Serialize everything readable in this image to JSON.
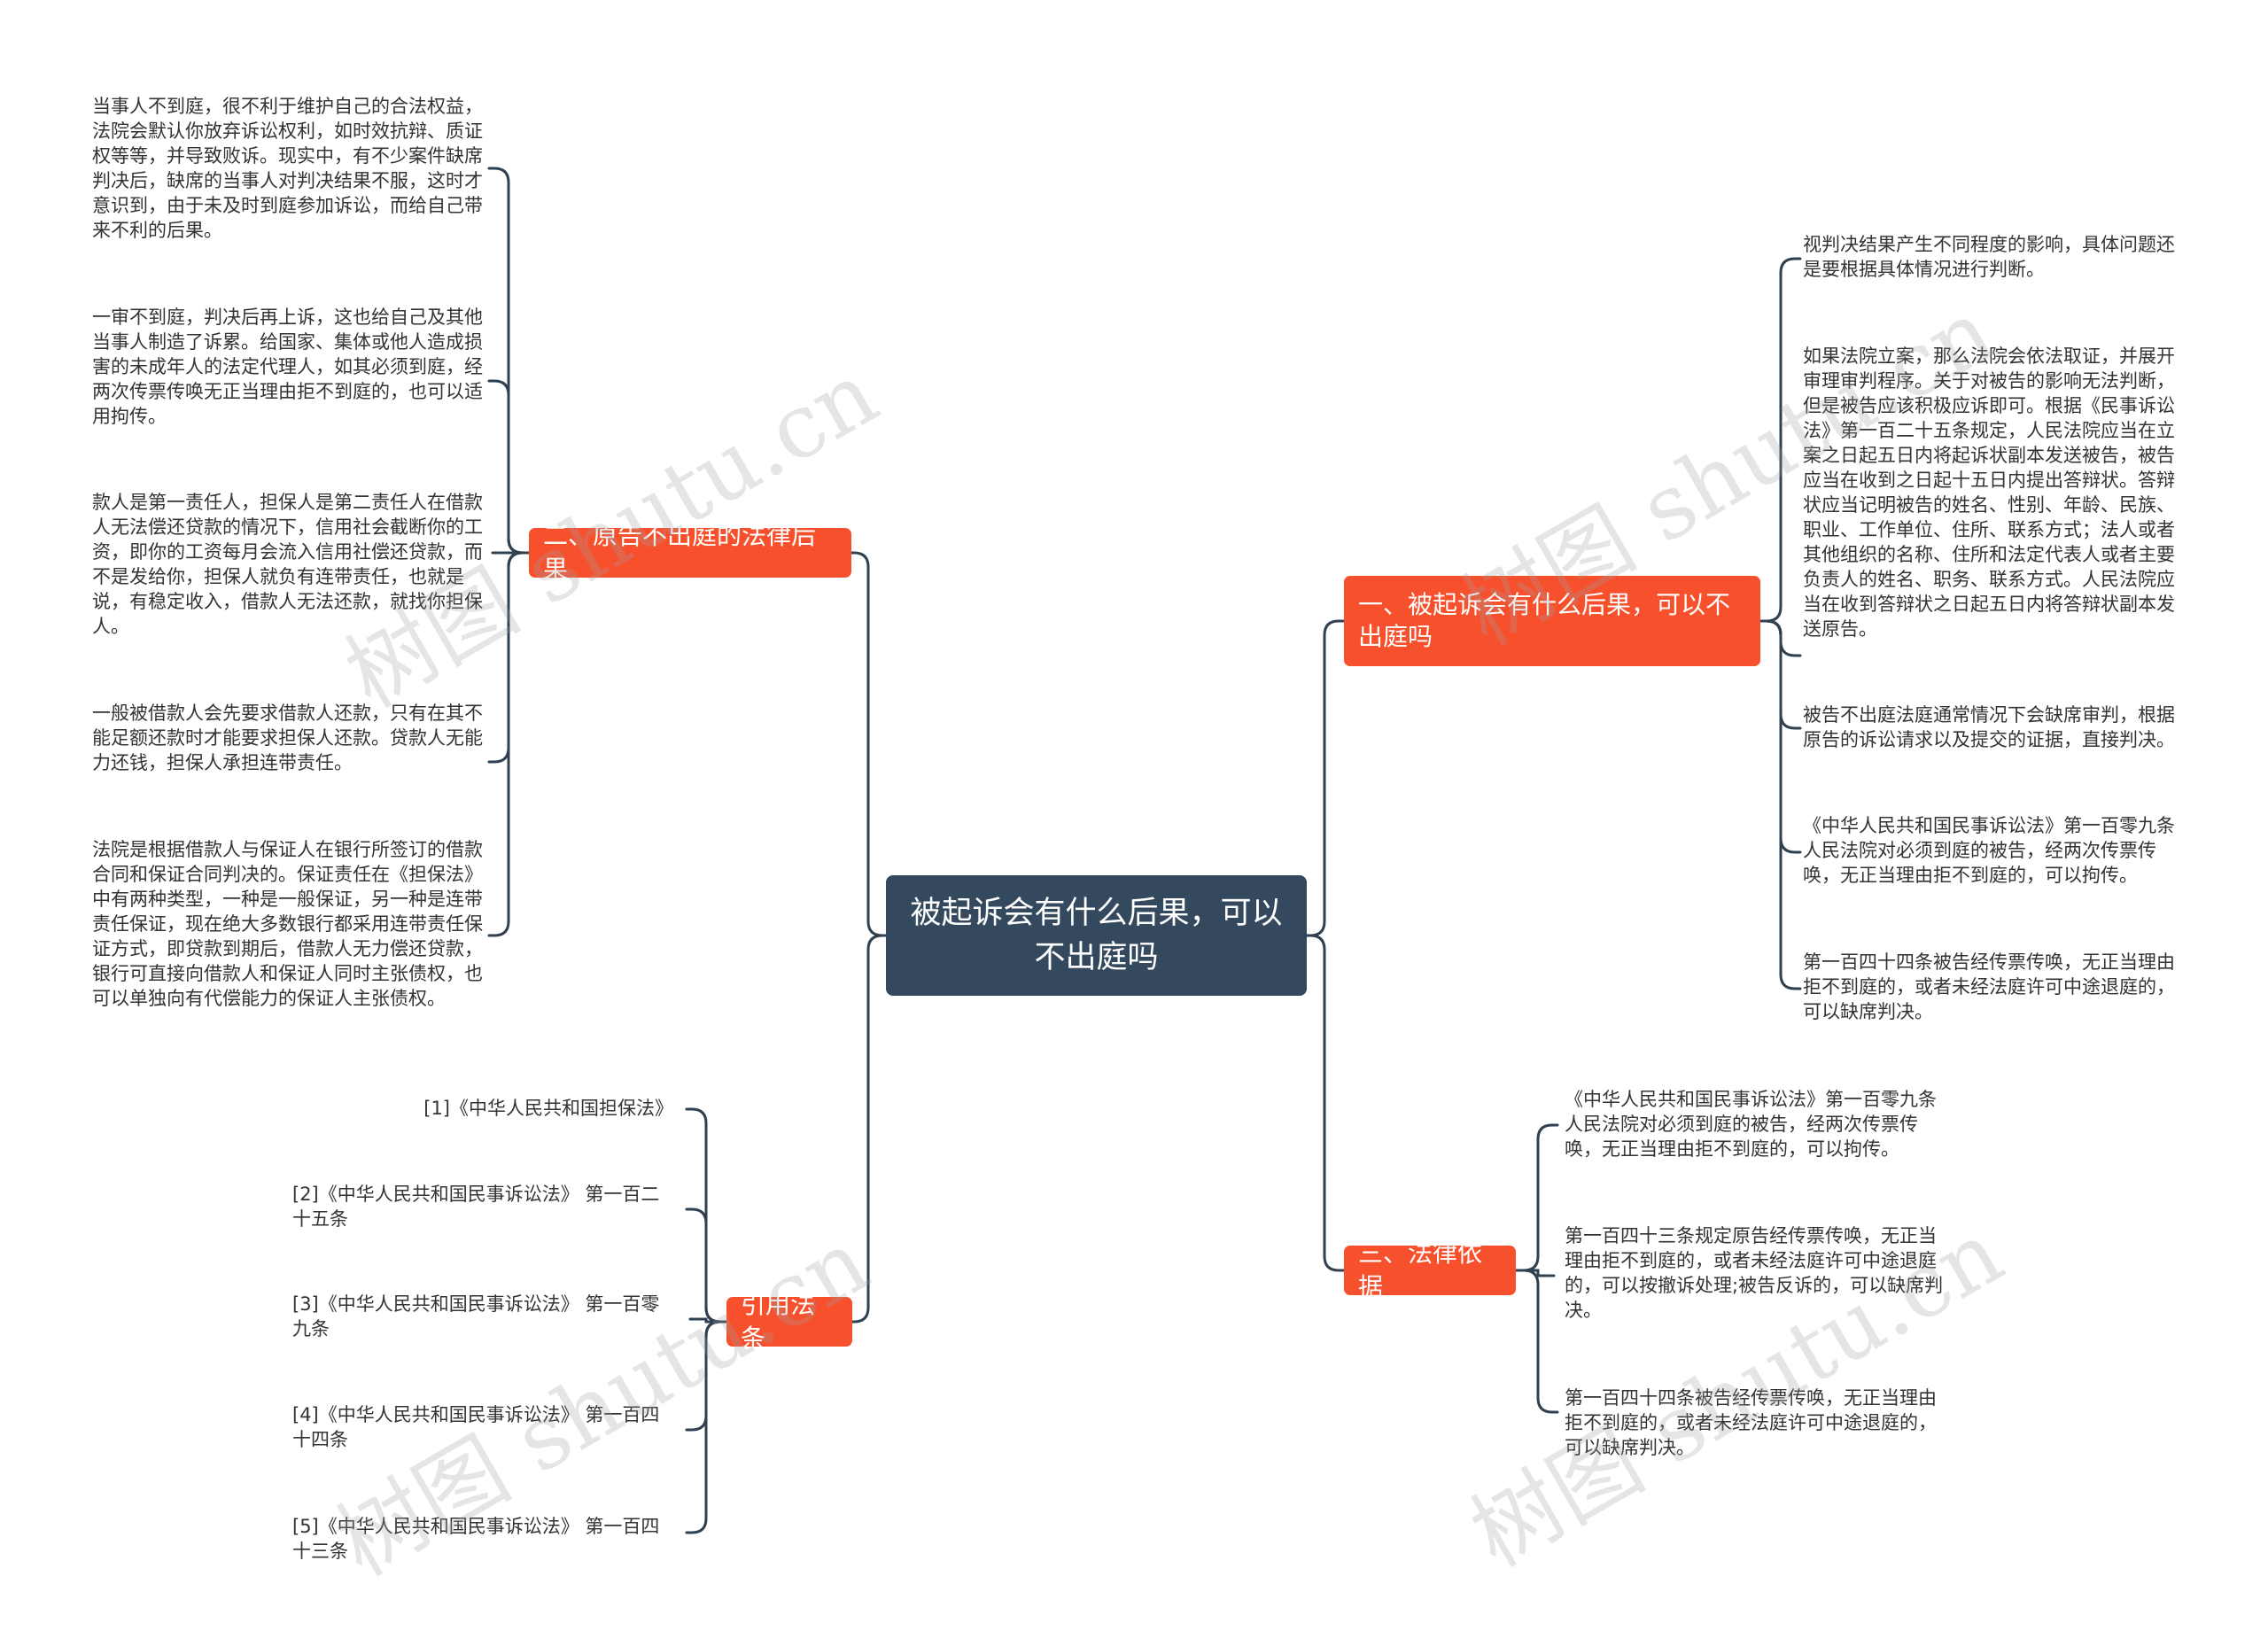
{
  "root": {
    "label": "被起诉会有什么后果，可以不出庭吗"
  },
  "branches": [
    {
      "label": "一、被起诉会有什么后果，可以不出庭吗",
      "leaves": [
        "视判决结果产生不同程度的影响，具体问题还是要根据具体情况进行判断。",
        "如果法院立案，那么法院会依法取证，并展开审理审判程序。关于对被告的影响无法判断，但是被告应该积极应诉即可。根据《民事诉讼法》第一百二十五条规定，人民法院应当在立案之日起五日内将起诉状副本发送被告，被告应当在收到之日起十五日内提出答辩状。答辩状应当记明被告的姓名、性别、年龄、民族、职业、工作单位、住所、联系方式；法人或者其他组织的名称、住所和法定代表人或者主要负责人的姓名、职务、联系方式。人民法院应当在收到答辩状之日起五日内将答辩状副本发送原告。",
        "被告不出庭法庭通常情况下会缺席审判，根据原告的诉讼请求以及提交的证据，直接判决。",
        "《中华人民共和国民事诉讼法》第一百零九条人民法院对必须到庭的被告，经两次传票传唤，无正当理由拒不到庭的，可以拘传。",
        "第一百四十四条被告经传票传唤，无正当理由拒不到庭的，或者未经法庭许可中途退庭的，可以缺席判决。"
      ]
    },
    {
      "label": "二、原告不出庭的法律后果",
      "leaves": [
        "当事人不到庭，很不利于维护自己的合法权益，法院会默认你放弃诉讼权利，如时效抗辩、质证权等等，并导致败诉。现实中，有不少案件缺席判决后，缺席的当事人对判决结果不服，这时才意识到，由于未及时到庭参加诉讼，而给自己带来不利的后果。",
        "一审不到庭，判决后再上诉，这也给自己及其他当事人制造了诉累。给国家、集体或他人造成损害的未成年人的法定代理人，如其必须到庭，经两次传票传唤无正当理由拒不到庭的，也可以适用拘传。",
        "款人是第一责任人，担保人是第二责任人在借款人无法偿还贷款的情况下，信用社会截断你的工资，即你的工资每月会流入信用社偿还贷款，而不是发给你，担保人就负有连带责任，也就是说，有稳定收入，借款人无法还款，就找你担保人。",
        "一般被借款人会先要求借款人还款，只有在其不能足额还款时才能要求担保人还款。贷款人无能力还钱，担保人承担连带责任。",
        "法院是根据借款人与保证人在银行所签订的借款合同和保证合同判决的。保证责任在《担保法》中有两种类型，一种是一般保证，另一种是连带责任保证，现在绝大多数银行都采用连带责任保证方式，即贷款到期后，借款人无力偿还贷款，银行可直接向借款人和保证人同时主张债权，也可以单独向有代偿能力的保证人主张债权。"
      ]
    },
    {
      "label": "三、法律依据",
      "leaves": [
        "《中华人民共和国民事诉讼法》第一百零九条人民法院对必须到庭的被告，经两次传票传唤，无正当理由拒不到庭的，可以拘传。",
        "第一百四十三条规定原告经传票传唤，无正当理由拒不到庭的，或者未经法庭许可中途退庭的，可以按撤诉处理;被告反诉的，可以缺席判决。",
        "第一百四十四条被告经传票传唤，无正当理由拒不到庭的，或者未经法庭许可中途退庭的，可以缺席判决。"
      ]
    },
    {
      "label": "引用法条",
      "leaves": [
        "[1]《中华人民共和国担保法》",
        "[2]《中华人民共和国民事诉讼法》 第一百二十五条",
        "[3]《中华人民共和国民事诉讼法》 第一百零九条",
        "[4]《中华人民共和国民事诉讼法》 第一百四十四条",
        "[5]《中华人民共和国民事诉讼法》 第一百四十三条"
      ]
    }
  ],
  "watermark": "树图 shutu.cn"
}
